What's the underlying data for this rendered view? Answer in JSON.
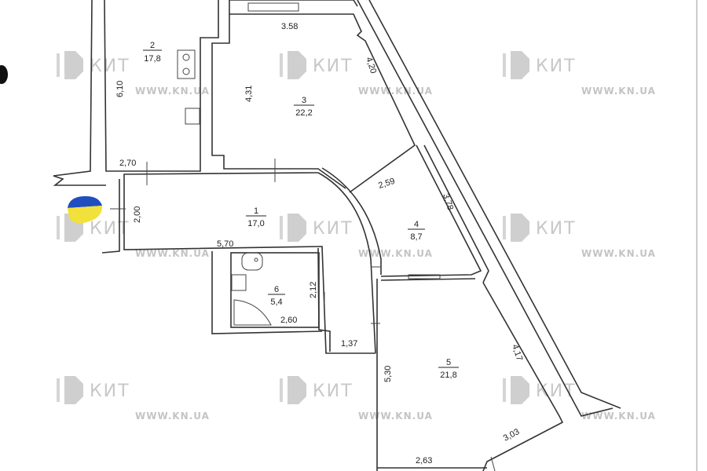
{
  "watermark": {
    "brand": "КИТ",
    "url": "WWW.KN.UA",
    "color": "#c8c8c8"
  },
  "rooms": [
    {
      "number": "1",
      "area": "17,0"
    },
    {
      "number": "2",
      "area": "17,8"
    },
    {
      "number": "3",
      "area": "22,2"
    },
    {
      "number": "4",
      "area": "8,7"
    },
    {
      "number": "5",
      "area": "21,8"
    },
    {
      "number": "6",
      "area": "5,4"
    }
  ],
  "dimensions": {
    "d610": "6,10",
    "d270": "2,70",
    "d358": "3.58",
    "d431": "4,31",
    "d420": "4,20",
    "d200": "2,00",
    "d570": "5,70",
    "d259": "2,59",
    "d378": "3,78",
    "d212": "2,12",
    "d260": "2,60",
    "d137": "1,37",
    "d530": "5,30",
    "d417": "4,17",
    "d303": "3,03",
    "d263": "2,63"
  },
  "colors": {
    "wall": "#333333",
    "flag_blue": "#1f4fbf",
    "flag_yellow": "#f2e13a"
  }
}
